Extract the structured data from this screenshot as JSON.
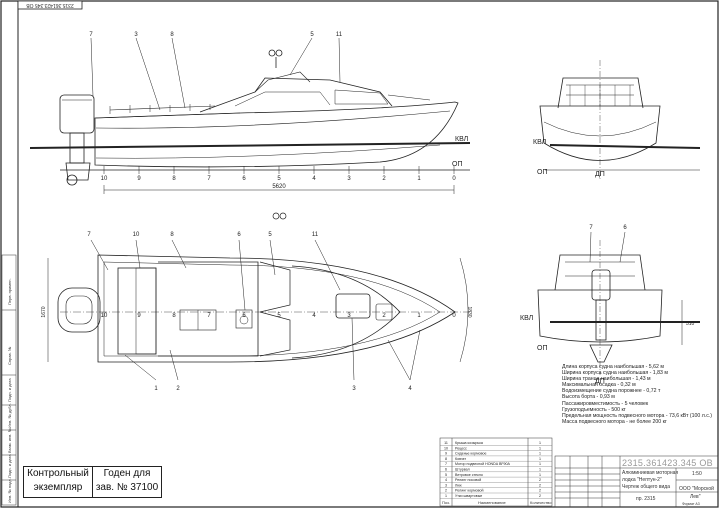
{
  "sheet": {
    "top_code_upside_down": "2315.361423.345 ОВ",
    "length_dim": "5620",
    "width_dim_left": "1670",
    "width_dim_right": "1830",
    "waterline_label": "КВЛ",
    "baseline_label": "ОП",
    "centerline_label": "ДП",
    "side_stations": [
      "10",
      "9",
      "8",
      "7",
      "6",
      "5",
      "4",
      "3",
      "2",
      "1",
      "0"
    ],
    "plan_stations": [
      "10",
      "9",
      "8",
      "7",
      "6",
      "5",
      "4",
      "3",
      "2",
      "1",
      "0"
    ],
    "callouts_side": [
      "7",
      "3",
      "8",
      "5",
      "11"
    ],
    "callouts_plan": [
      "7",
      "10",
      "8",
      "6",
      "5",
      "11",
      "1",
      "2",
      "3",
      "4"
    ],
    "callouts_rear": [
      "7",
      "6"
    ],
    "rear_dim": "510"
  },
  "control_stamp": {
    "left_line1": "Контрольный",
    "left_line2": "экземпляр",
    "right_line1": "Годен для",
    "right_line2": "зав. № 37100"
  },
  "specs": [
    "Длина корпуса судна наибольшая - 5,62 м",
    "Ширина корпуса судна наибольшая - 1,83 м",
    "Ширина транца наибольшая - 1,43 м",
    "Максимальная осадка - 0,32 м",
    "Водоизмещение судна порожнее - 0,72 т",
    "Высота борта - 0,93 м",
    "Пассажировместимость - 5 человек",
    "Грузоподъемность - 500 кг",
    "Предельная мощность подвесного мотора - 73,6 кВт (100 л.с.)",
    "Масса подвесного мотора - не более 200 кг"
  ],
  "parts_table": {
    "rows": [
      {
        "pos": "11",
        "name": "Крыша козырька",
        "qty": "1"
      },
      {
        "pos": "10",
        "name": "Рецесс",
        "qty": "1"
      },
      {
        "pos": "9",
        "name": "Сиденье кормовое",
        "qty": "1"
      },
      {
        "pos": "8",
        "name": "Ковчег",
        "qty": "1"
      },
      {
        "pos": "7",
        "name": "Мотор подвесной HONDA BF90A",
        "qty": "1"
      },
      {
        "pos": "6",
        "name": "Штурвал",
        "qty": "1"
      },
      {
        "pos": "5",
        "name": "Ветровое стекло",
        "qty": "1"
      },
      {
        "pos": "4",
        "name": "Релинг носовой",
        "qty": "2"
      },
      {
        "pos": "3",
        "name": "Люк",
        "qty": "2"
      },
      {
        "pos": "2",
        "name": "Релинг кормовой",
        "qty": "2"
      },
      {
        "pos": "1",
        "name": "Утки швартовые",
        "qty": "2"
      }
    ],
    "footer_pos": "Поз.",
    "footer_name": "Наименование",
    "footer_qty": "Количество"
  },
  "title_block": {
    "doc_code": "2315.361423.345 ОВ",
    "title_lines": [
      "Алюминиевая моторная",
      "лодка \"Нептун-2\"",
      "Чертеж общего вида"
    ],
    "project": "пр. 2315",
    "scale": "1:50",
    "company_line1": "ООО \"Морской",
    "company_line2": "Лев\"",
    "format": "Формат А3"
  },
  "sidebar": {
    "labels": [
      "Перв. примен.",
      "Справ. №",
      "Подп. и дата",
      "Инв. № дубл.",
      "Взам. инв. №",
      "Подп. и дата",
      "Инв. № подл."
    ]
  }
}
